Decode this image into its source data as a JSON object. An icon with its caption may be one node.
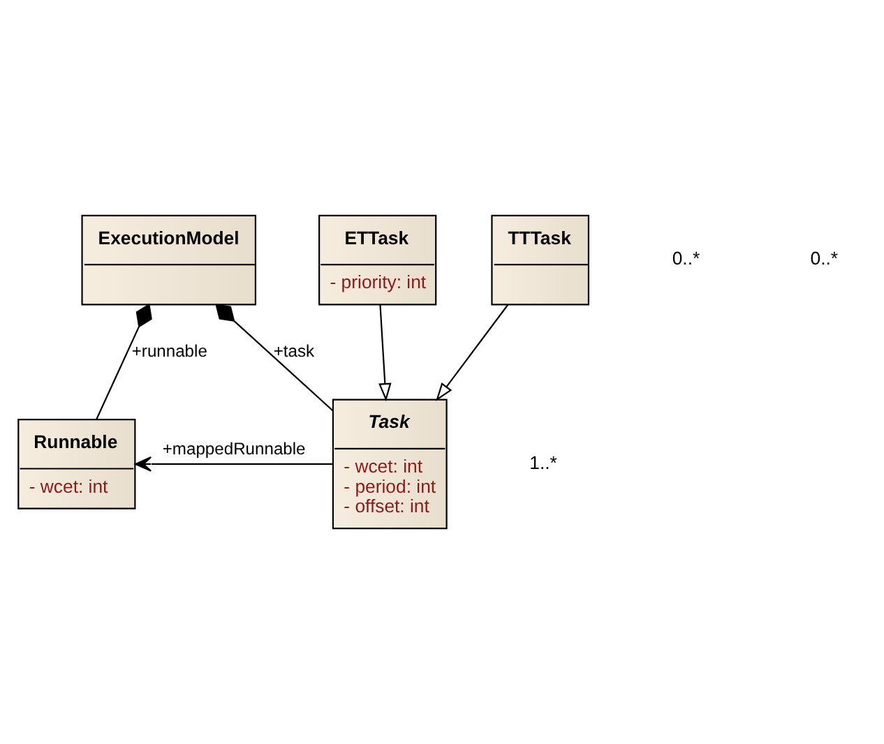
{
  "diagram": {
    "nodes": [
      {
        "text": [
          "ExecutionModel"
        ]
      },
      {
        "text": [
          "Runnable",
          "- wcet: int"
        ]
      },
      {
        "text": [
          "Task",
          "- wcet: int",
          "- period: int",
          "- offset: int"
        ]
      },
      {
        "text": [
          "ETTask",
          "- priority: int"
        ]
      },
      {
        "text": [
          "TTTask"
        ]
      }
    ],
    "edges": [
      {
        "from": 0,
        "to": 1,
        "arrow": "other",
        "label": "+runnable"
      },
      {
        "from": 0,
        "to": 2,
        "arrow": "other",
        "label": "+task"
      },
      {
        "from": 2,
        "to": 1,
        "arrow": "to",
        "label": "+mappedRunnable"
      },
      {
        "from": 3,
        "to": 2,
        "arrow": "to"
      },
      {
        "from": 4,
        "to": 2,
        "arrow": "to"
      }
    ],
    "labels": [
      "0..*",
      "0..*",
      "1..*"
    ]
  }
}
